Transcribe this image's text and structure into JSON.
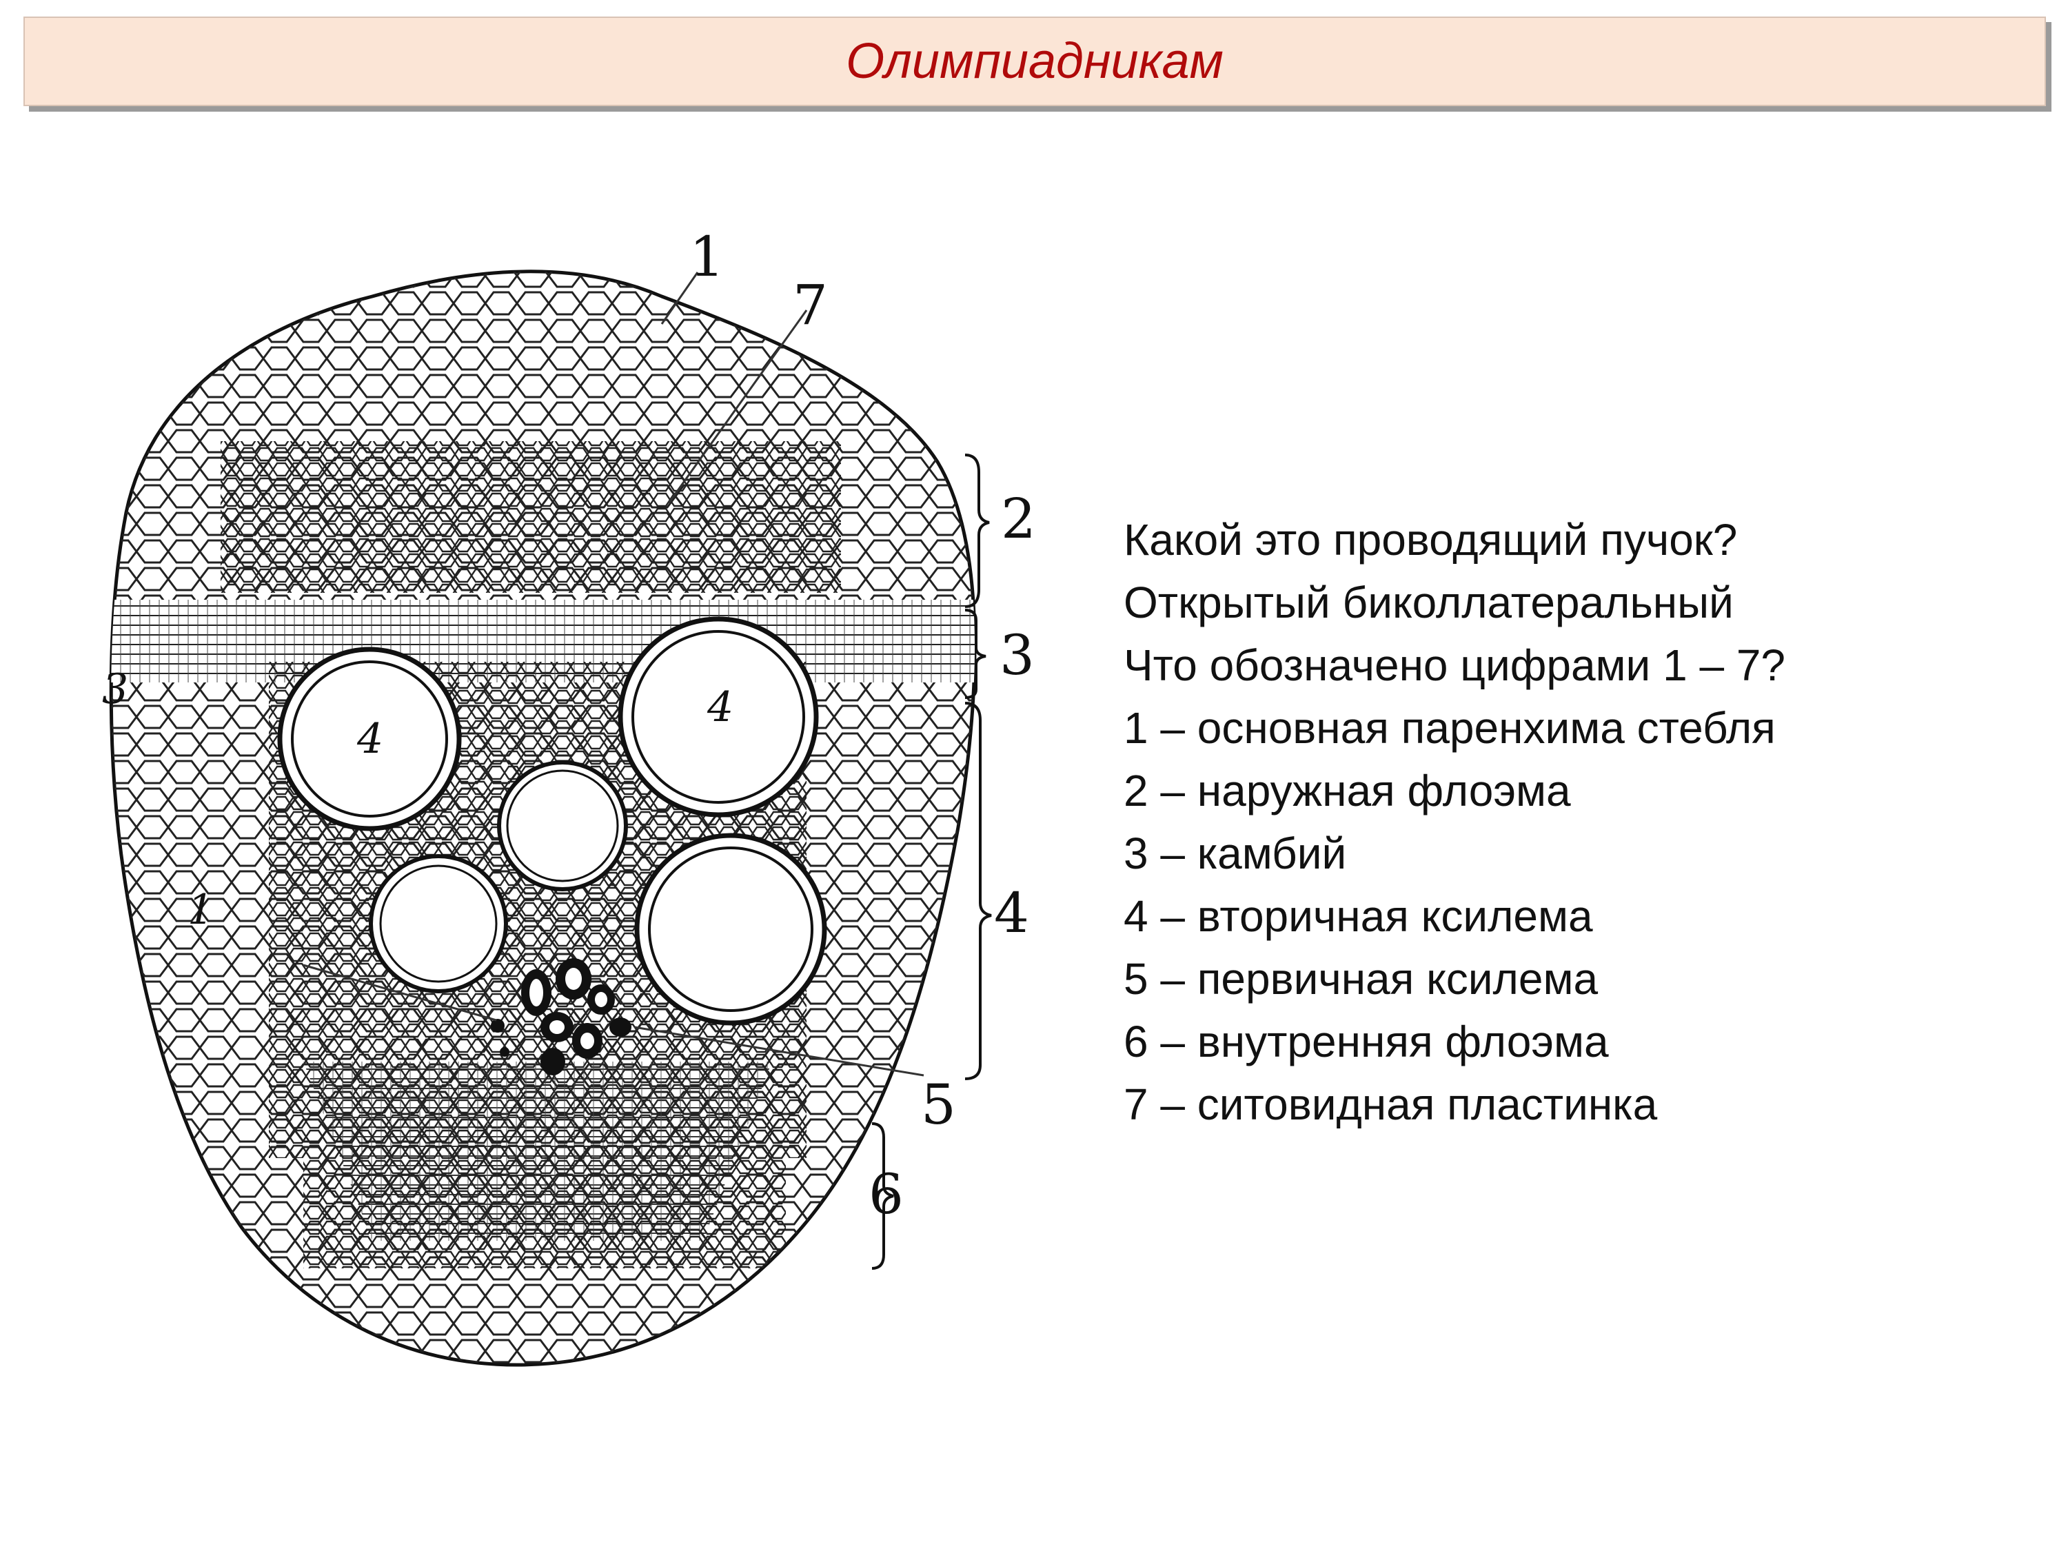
{
  "header": {
    "title": "Олимпиадникам"
  },
  "diagram": {
    "labels": {
      "n1": "1",
      "n2": "2",
      "n3": "3",
      "n4": "4",
      "n5": "5",
      "n6": "6",
      "n7": "7",
      "left3": "3",
      "left1": "1",
      "vessel_left": "4",
      "vessel_right": "4"
    }
  },
  "qa": {
    "lines": [
      "Какой это проводящий пучок?",
      "Открытый биколлатеральный",
      "Что обозначено цифрами 1 – 7?",
      "1 – основная паренхима стебля",
      "2 – наружная флоэма",
      "3 – камбий",
      "4 – вторичная ксилема",
      "5 – первичная ксилема",
      "6 – внутренняя флоэма",
      "7 – ситовидная пластинка"
    ]
  }
}
